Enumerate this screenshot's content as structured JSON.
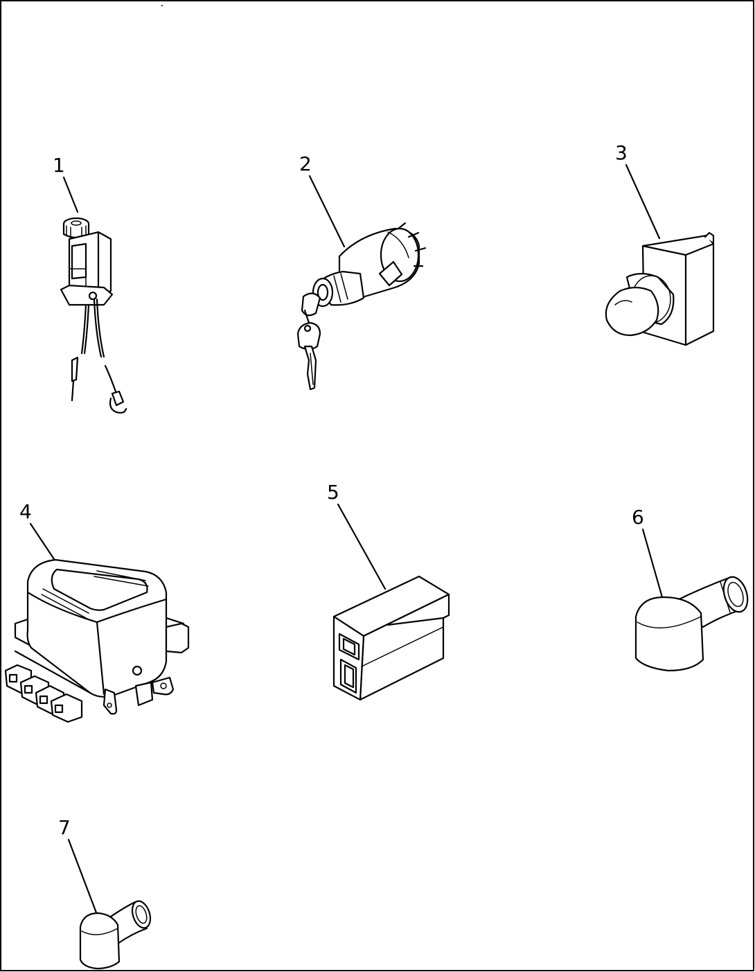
{
  "diagram": {
    "parts": [
      {
        "number": "1",
        "icon": "solenoid-switch-icon"
      },
      {
        "number": "2",
        "icon": "ignition-key-switch-icon"
      },
      {
        "number": "3",
        "icon": "push-button-switch-icon"
      },
      {
        "number": "4",
        "icon": "relay-regulator-icon"
      },
      {
        "number": "5",
        "icon": "connector-housing-icon"
      },
      {
        "number": "6",
        "icon": "elbow-boot-icon"
      },
      {
        "number": "7",
        "icon": "elbow-boot-small-icon"
      }
    ]
  }
}
